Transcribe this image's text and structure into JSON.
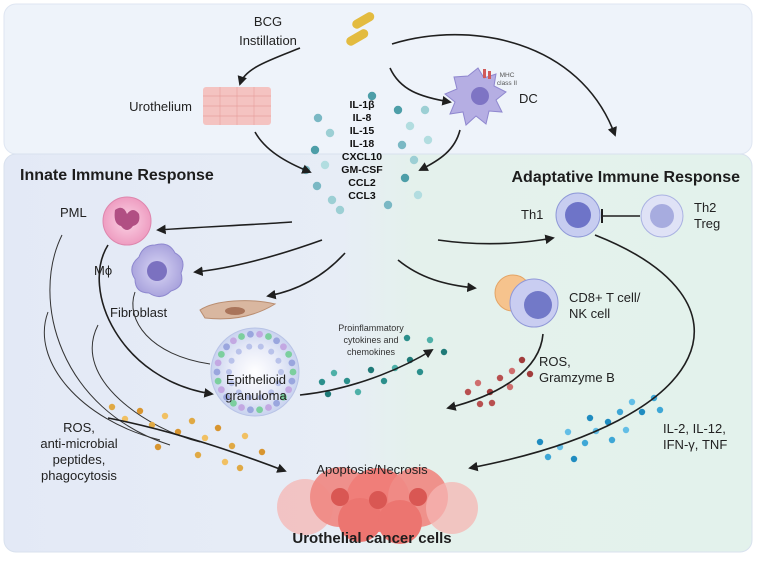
{
  "bcg": {
    "line1": "BCG",
    "line2": "Instillation"
  },
  "urothelium": "Urothelium",
  "dc": {
    "label": "DC",
    "mhc_line1": "MHC",
    "mhc_line2": "class II"
  },
  "cytokines": [
    "IL-1β",
    "IL-8",
    "IL-15",
    "IL-18",
    "CXCL10",
    "GM-CSF",
    "CCL2",
    "CCL3"
  ],
  "innate": {
    "title": "Innate Immune Response",
    "pml": "PML",
    "macrophage": "Mϕ",
    "fibroblast": "Fibroblast",
    "granuloma_line1": "Epithelioid",
    "granuloma_line2": "granuloma",
    "ros_lines": [
      "ROS,",
      "anti-microbial",
      "peptides,",
      "phagocytosis"
    ]
  },
  "adaptive": {
    "title": "Adaptative  Immune Response",
    "th1": "Th1",
    "th2": "Th2",
    "treg": "Treg",
    "cd8_line1": "CD8+ T cell/",
    "cd8_line2": "NK cell",
    "ros_line1": "ROS,",
    "ros_line2": "Gramzyme B",
    "il_line1": "IL-2, IL-12,",
    "il_line2": "IFN-γ, TNF"
  },
  "proinflammatory": [
    "Proinflammatory",
    "cytokines and",
    "chemokines"
  ],
  "apoptosis": "Apoptosis/Necrosis",
  "cancer": "Urothelial cancer cells",
  "colors": {
    "top_bg": "#eef3fa",
    "innate_bg": "#e5ebf6",
    "adaptive_bg": "#e6f3ee",
    "pml": "#f2a7c7",
    "macrophage": "#b9b4e3",
    "cancer": "#f08a86",
    "bcg": "#e0b93d"
  }
}
